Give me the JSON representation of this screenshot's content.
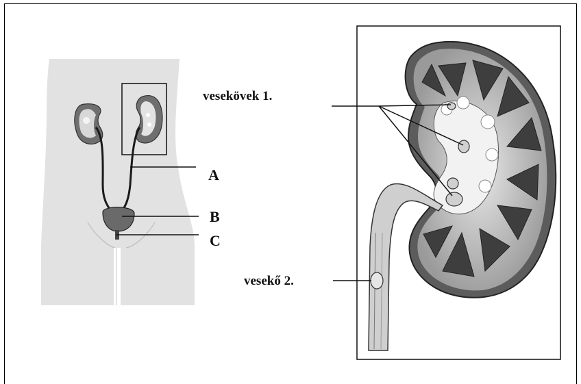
{
  "labels": {
    "a": "A",
    "b": "B",
    "c": "C",
    "stones_1": "vesekövek 1.",
    "stone_2": "vesekő 2."
  }
}
